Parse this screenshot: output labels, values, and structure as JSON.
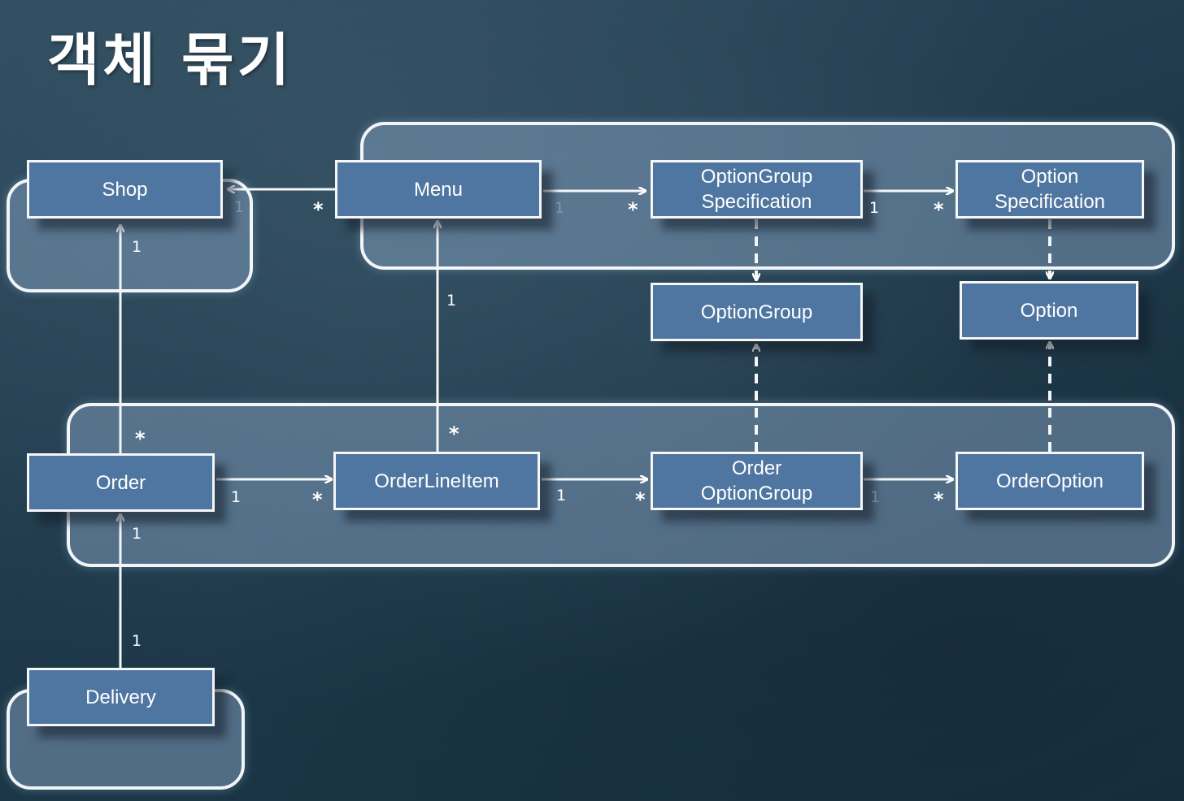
{
  "title": "객체 묶기",
  "classes": {
    "shop": "Shop",
    "menu": "Menu",
    "option_group_spec": [
      "OptionGroup",
      "Specification"
    ],
    "option_spec": [
      "Option",
      "Specification"
    ],
    "option_group": "OptionGroup",
    "option": "Option",
    "order": "Order",
    "order_line_item": "OrderLineItem",
    "order_option_group": [
      "Order",
      "OptionGroup"
    ],
    "order_option": "OrderOption",
    "delivery": "Delivery"
  },
  "multiplicities": {
    "shop_menu_one": "1",
    "shop_menu_many": "*",
    "menu_ogs_one": "1",
    "menu_ogs_many": "*",
    "ogs_os_one": "1",
    "ogs_os_many": "*",
    "menu_oli_one": "1",
    "menu_oli_many": "*",
    "shop_order_one": "1",
    "shop_order_many": "*",
    "order_oli_one": "1",
    "order_oli_many": "*",
    "oli_oog_one": "1",
    "oli_oog_many": "*",
    "oog_oo_one": "1",
    "oog_oo_many": "*",
    "order_delivery_one": "1",
    "delivery_order_one": "1"
  }
}
